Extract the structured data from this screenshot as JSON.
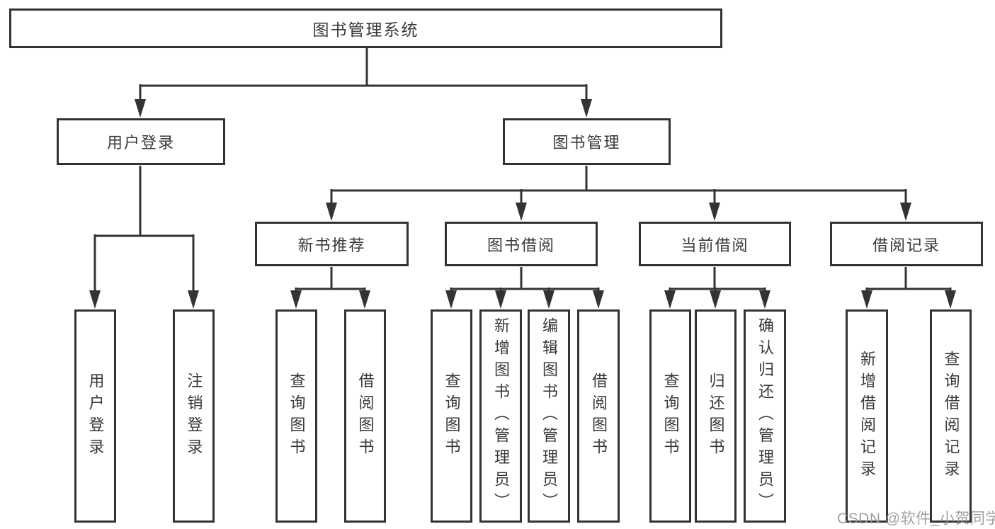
{
  "tree": {
    "root": "图书管理系统",
    "login": {
      "label": "用户登录",
      "children": [
        "用户登录",
        "注销登录"
      ]
    },
    "manage": {
      "label": "图书管理"
    },
    "new_book": {
      "label": "新书推荐",
      "children": [
        "查询图书",
        "借阅图书"
      ]
    },
    "borrow": {
      "label": "图书借阅",
      "children": [
        "查询图书",
        "新增图书（管理员）",
        "编辑图书（管理员）",
        "借阅图书"
      ]
    },
    "current": {
      "label": "当前借阅",
      "children": [
        "查询图书",
        "归还图书",
        "确认归还（管理员）"
      ]
    },
    "records": {
      "label": "借阅记录",
      "children": [
        "新增借阅记录",
        "查询借阅记录"
      ]
    }
  },
  "watermark": {
    "text": "CSDN @软件_小贺同学"
  },
  "colors": {
    "line": "#333333",
    "box_border": "#333333",
    "text": "#383838",
    "watermark": "#999999",
    "background": "#ffffff"
  }
}
